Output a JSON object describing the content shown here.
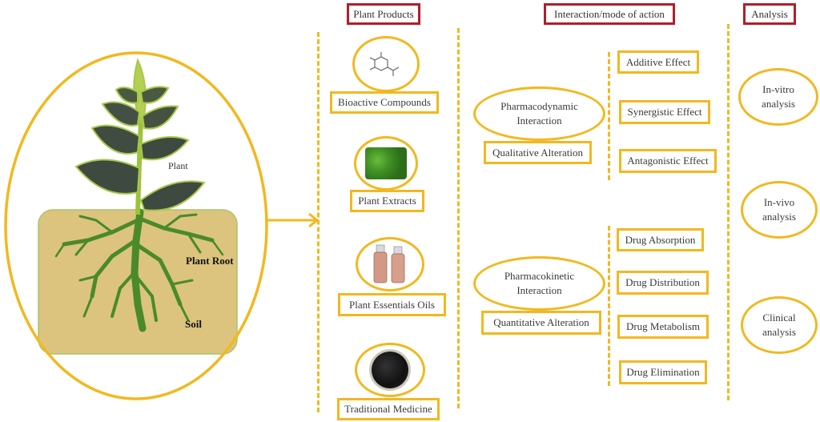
{
  "colors": {
    "accent_yellow": "#f2b81f",
    "header_red": "#b01e2a",
    "soil": "#dcc07e",
    "root_green": "#4a8a2a"
  },
  "left_panel": {
    "labels": {
      "plant": "Plant",
      "plant_root": "Plant Root",
      "soil": "Soil"
    }
  },
  "columns": {
    "plant_products": {
      "header": "Plant Products",
      "items": [
        {
          "label": "Bioactive Compounds",
          "icon": "molecule-icon"
        },
        {
          "label": "Plant Extracts",
          "icon": "leaves-icon"
        },
        {
          "label": "Plant Essentials Oils",
          "icon": "oil-bottles-icon"
        },
        {
          "label": "Traditional Medicine",
          "icon": "herbal-powder-icon"
        }
      ]
    },
    "interaction": {
      "header": "Interaction/mode of action",
      "pharmacodynamic": {
        "title_line1": "Pharmacodynamic",
        "title_line2": "Interaction",
        "alteration": "Qualitative Alteration",
        "effects": [
          "Additive Effect",
          "Synergistic Effect",
          "Antagonistic Effect"
        ]
      },
      "pharmacokinetic": {
        "title_line1": "Pharmacokinetic",
        "title_line2": "Interaction",
        "alteration": "Quantitative Alteration",
        "processes": [
          "Drug Absorption",
          "Drug Distribution",
          "Drug Metabolism",
          "Drug Elimination"
        ]
      }
    },
    "analysis": {
      "header": "Analysis",
      "items": [
        {
          "line1": "In-vitro",
          "line2": "analysis"
        },
        {
          "line1": "In-vivo",
          "line2": "analysis"
        },
        {
          "line1": "Clinical",
          "line2": "analysis"
        }
      ]
    }
  }
}
